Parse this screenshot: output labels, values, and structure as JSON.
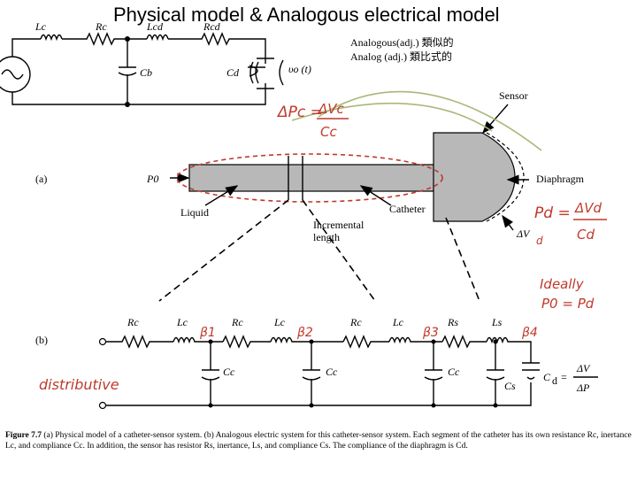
{
  "title": "Physical model & Analogous electrical model",
  "top_circuit": {
    "labels": {
      "Lc": "Lc",
      "Rc": "Rc",
      "Lcd": "Lcd",
      "Rcd": "Rcd",
      "Cb": "Cb",
      "Cd": "Cd",
      "vo": "υo (t)"
    },
    "note_line1": "Analogous(adj.) 類似的",
    "note_line2": "Analog (adj.) 類比式的"
  },
  "physical": {
    "sensor": "Sensor",
    "part_a": "(a)",
    "p0": "P0",
    "diaphragm": "Diaphragm",
    "liquid": "Liquid",
    "catheter": "Catheter",
    "incremental_line1": "Incremental",
    "incremental_line2": "length",
    "delta_v": "ΔV"
  },
  "bottom_circuit": {
    "part_b": "(b)",
    "labels": [
      "Rc",
      "Lc",
      "Rc",
      "Lc",
      "Rc",
      "Lc",
      "Rs",
      "Ls"
    ],
    "caps": [
      "Cc",
      "Cc",
      "Cc",
      "Cs"
    ],
    "cd_formula": {
      "lhs": "C",
      "sub": "d",
      "eq": "=",
      "num": "ΔV",
      "den": "ΔP"
    }
  },
  "handwriting": {
    "pc_eq_num": "ΔVc",
    "pc_eq_den": "Cc",
    "pc_eq_lhs": "ΔPc =",
    "pd_eq_lhs": "Pd =",
    "pd_eq_num": "ΔVd",
    "pd_eq_den": "Cd",
    "ideally": "Ideally",
    "ideally_eq": "P0 = Pd",
    "distributive": "distributive",
    "delta_v_sub": "d",
    "beta_marks": [
      "β1",
      "β2",
      "β3",
      "β4"
    ]
  },
  "caption": {
    "fig": "Figure 7.7",
    "text": "(a) Physical model of a catheter-sensor system. (b) Analogous electric system for this catheter-sensor system. Each segment of the catheter has its own resistance Rc, inertance Lc, and compliance Cc. In addition, the sensor has resistor Rs, inertance, Ls, and compliance Cs. The compliance of the diaphragm is Cd."
  },
  "colors": {
    "handwriting_red": "#c0392b",
    "handwriting_green": "#a8b878",
    "sensor_grey": "#b8b8b8"
  }
}
